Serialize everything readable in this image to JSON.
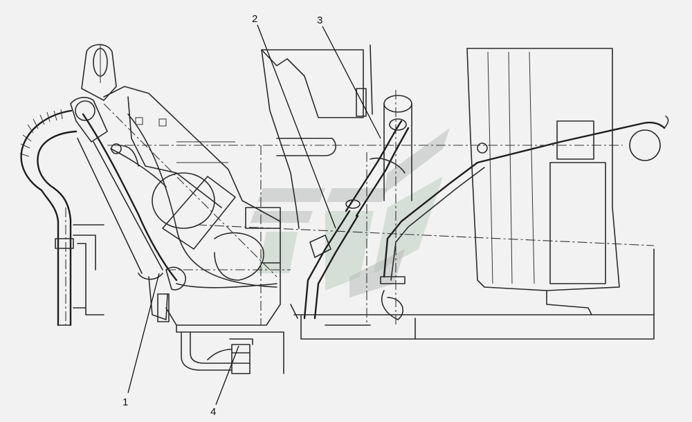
{
  "callouts": [
    {
      "id": "1",
      "label": "1"
    },
    {
      "id": "2",
      "label": "2"
    },
    {
      "id": "3",
      "label": "3"
    },
    {
      "id": "4",
      "label": "4"
    }
  ],
  "colors": {
    "line": "#2a2a2a",
    "paper": "#f2f2f2",
    "watermark_gray": "#b9bcbc",
    "watermark_green": "#b7c9bb"
  }
}
